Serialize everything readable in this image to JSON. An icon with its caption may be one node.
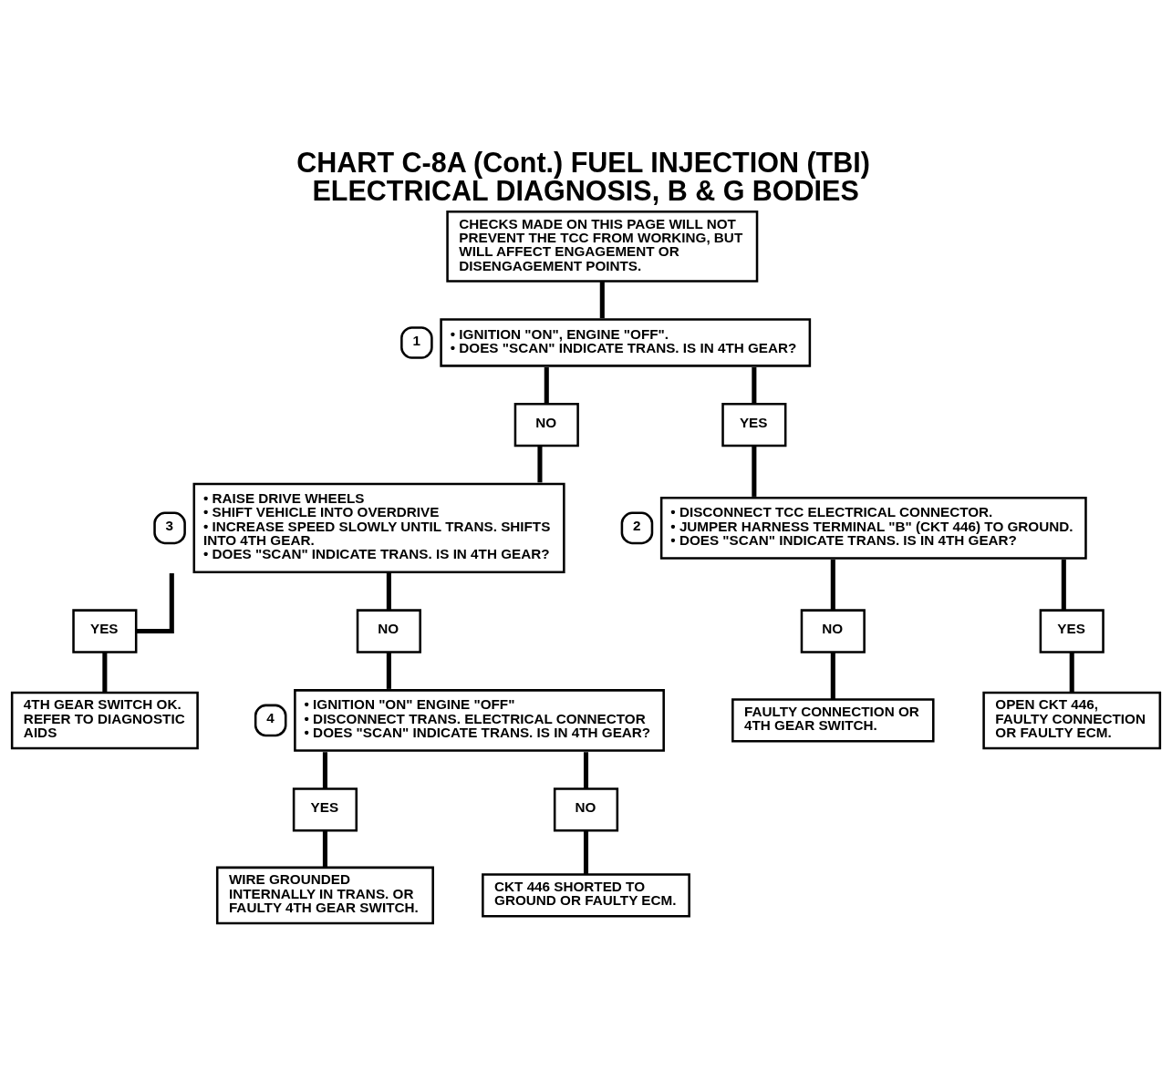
{
  "diagram": {
    "title": "CHART C-8A (Cont.) FUEL INJECTION (TBI) ELECTRICAL DIAGNOSIS, B & G BODIES",
    "nodes": [
      {
        "text": [
          "CHECKS MADE ON THIS PAGE WILL NOT PREVENT THE TCC FROM WORKING, BUT WILL AFFECT ENGAGEMENT OR DISENGAGEMENT POINTS."
        ]
      },
      {
        "text": [
          "• IGNITION \"ON\", ENGINE \"OFF\".",
          "• DOES \"SCAN\" INDICATE TRANS. IS IN 4TH GEAR?"
        ],
        "beside": [
          "1"
        ]
      },
      {
        "text": [
          "NO"
        ]
      },
      {
        "text": [
          "YES"
        ]
      },
      {
        "text": [
          "• RAISE DRIVE WHEELS",
          "• SHIFT VEHICLE INTO OVERDRIVE",
          "• INCREASE SPEED SLOWLY UNTIL TRANS. SHIFTS INTO 4TH GEAR.",
          "• DOES \"SCAN\" INDICATE TRANS. IS IN 4TH GEAR?"
        ],
        "beside": [
          "3"
        ]
      },
      {
        "text": [
          "• DISCONNECT TCC ELECTRICAL CONNECTOR.",
          "• JUMPER HARNESS TERMINAL \"B\" (CKT 446) TO GROUND.",
          "• DOES \"SCAN\" INDICATE TRANS. IS IN 4TH GEAR?"
        ],
        "beside": [
          "2"
        ]
      },
      {
        "text": [
          "NO"
        ]
      },
      {
        "text": [
          "YES"
        ]
      },
      {
        "text": [
          "FAULTY CONNECTION OR 4TH GEAR SWITCH."
        ]
      },
      {
        "text": [
          "OPEN CKT 446, FAULTY CONNECTION OR FAULTY ECM."
        ]
      },
      {
        "text": [
          "YES"
        ]
      },
      {
        "text": [
          "NO"
        ]
      },
      {
        "text": [
          "4TH GEAR SWITCH OK. REFER TO DIAGNOSTIC AIDS"
        ]
      },
      {
        "text": [
          "• IGNITION \"ON\" ENGINE \"OFF\"",
          "• DISCONNECT TRANS. ELECTRICAL CONNECTOR",
          "• DOES \"SCAN\" INDICATE TRANS. IS IN 4TH GEAR?"
        ],
        "beside": [
          "4"
        ]
      },
      {
        "text": [
          "YES"
        ]
      },
      {
        "text": [
          "NO"
        ]
      },
      {
        "text": [
          "WIRE GROUNDED INTERNALLY IN TRANS. OR FAULTY 4TH GEAR SWITCH."
        ]
      },
      {
        "text": [
          "CKT 446 SHORTED TO GROUND OR FAULTY ECM."
        ]
      }
    ],
    "edges": [
      {
        "from": 0,
        "to": 1,
        "arrow": "none"
      },
      {
        "from": 1,
        "to": 2,
        "arrow": "none"
      },
      {
        "from": 1,
        "to": 3,
        "arrow": "none"
      },
      {
        "from": 2,
        "to": 4,
        "arrow": "none"
      },
      {
        "from": 3,
        "to": 5,
        "arrow": "none"
      },
      {
        "from": 4,
        "to": 10,
        "arrow": "none"
      },
      {
        "from": 4,
        "to": 11,
        "arrow": "none"
      },
      {
        "from": 5,
        "to": 6,
        "arrow": "none"
      },
      {
        "from": 5,
        "to": 7,
        "arrow": "none"
      },
      {
        "from": 6,
        "to": 8,
        "arrow": "none"
      },
      {
        "from": 7,
        "to": 9,
        "arrow": "none"
      },
      {
        "from": 10,
        "to": 12,
        "arrow": "none"
      },
      {
        "from": 11,
        "to": 13,
        "arrow": "none"
      },
      {
        "from": 13,
        "to": 14,
        "arrow": "none"
      },
      {
        "from": 13,
        "to": 15,
        "arrow": "none"
      },
      {
        "from": 14,
        "to": 16,
        "arrow": "none"
      },
      {
        "from": 15,
        "to": 17,
        "arrow": "none"
      }
    ]
  }
}
